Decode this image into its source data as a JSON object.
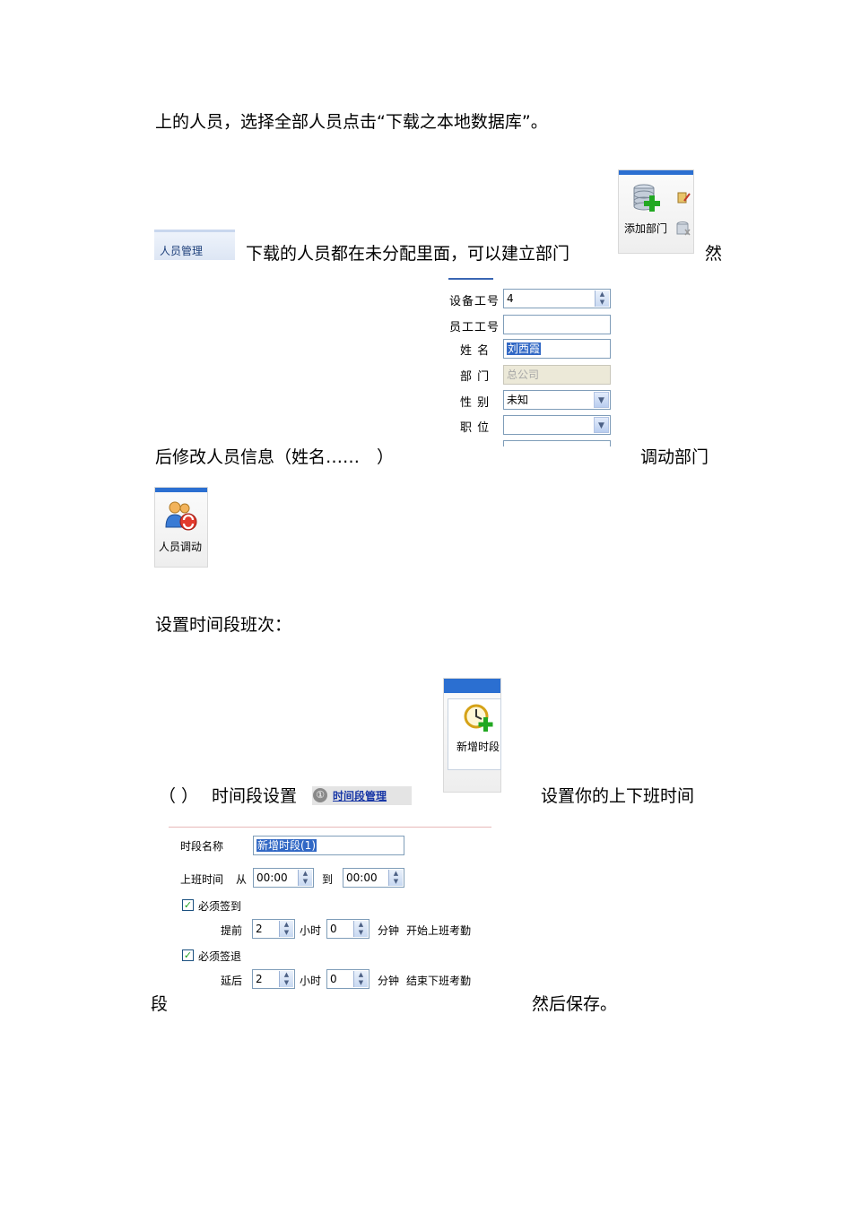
{
  "para1": "上的人员，选择全部人员点击“下载之本地数据库”。",
  "para2": {
    "tab_label": "人员管理",
    "text": "下载的人员都在未分配里面，可以建立部门",
    "add_dept_label": "添加部门",
    "after": "然"
  },
  "form1": {
    "rows": [
      {
        "label": "设备工号",
        "value": "4"
      },
      {
        "label": "员工工号",
        "value": ""
      },
      {
        "label": "姓 名",
        "value": "刘西霞"
      },
      {
        "label": "部 门",
        "value": "总公司"
      },
      {
        "label": "性 别",
        "value": "未知"
      },
      {
        "label": "职 位",
        "value": ""
      }
    ]
  },
  "para3": {
    "text": "后修改人员信息（姓名……　）",
    "right": "调动部门",
    "transfer_label": "人员调动"
  },
  "heading": "设置时间段班次：",
  "para4": {
    "left": "（ ）",
    "text": "时间段设置",
    "step_num": "①",
    "link": "时间段管理",
    "new_period_label": "新增时段",
    "right": "设置你的上下班时间"
  },
  "form2": {
    "name_label": "时段名称",
    "name_value": "新增时段(1)",
    "work_time_label": "上班时间",
    "from_label": "从",
    "from_value": "00:00",
    "to_label": "到",
    "to_value": "00:00",
    "must_checkin_label": "必须签到",
    "before_label": "提前",
    "before_hours": "2",
    "hours_unit": "小时",
    "before_minutes": "0",
    "minutes_unit": "分钟",
    "start_text": "开始上班考勤",
    "must_checkout_label": "必须签退",
    "after_label": "延后",
    "after_hours": "2",
    "after_minutes": "0",
    "end_text": "结束下班考勤"
  },
  "para5": {
    "left": "段",
    "right": "然后保存。"
  }
}
